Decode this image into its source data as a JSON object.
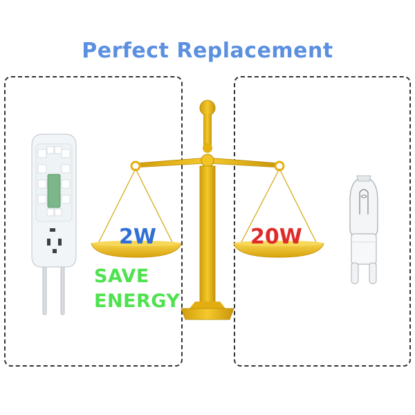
{
  "title": "Perfect Replacement",
  "left": {
    "wattage": "2W",
    "save_line1": "SAVE",
    "save_line2": "ENERGY",
    "product_icon": "led-g4-bulb"
  },
  "right": {
    "wattage": "20W",
    "product_icon": "halogen-g4-bulb"
  },
  "colors": {
    "title": "#5b8fe0",
    "wattage_left": "#2f6fd6",
    "wattage_right": "#e02a2a",
    "save_energy": "#4ee24e",
    "scale_gold": "#e5b012",
    "scale_dark": "#c8950a"
  }
}
